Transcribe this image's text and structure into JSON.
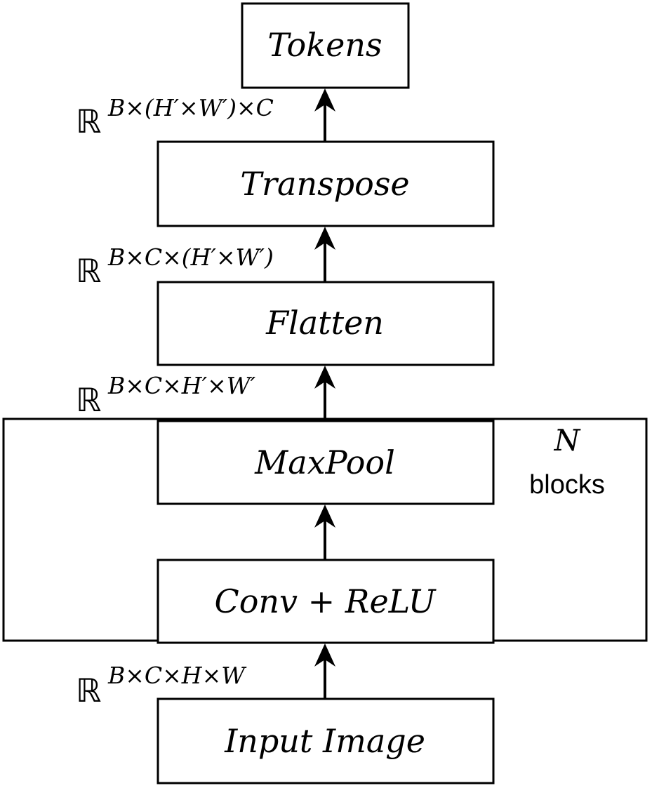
{
  "diagram": {
    "nodes": [
      {
        "id": "tokens",
        "label": "Tokens"
      },
      {
        "id": "transpose",
        "label": "Transpose"
      },
      {
        "id": "flatten",
        "label": "Flatten"
      },
      {
        "id": "maxpool",
        "label": "MaxPool"
      },
      {
        "id": "conv_relu",
        "label": "Conv + ReLU"
      },
      {
        "id": "input_image",
        "label": "Input Image"
      }
    ],
    "edges": [
      {
        "from": "input_image",
        "to": "conv_relu",
        "space": "ℝ",
        "shape": "B×C×H×W"
      },
      {
        "from": "conv_relu",
        "to": "maxpool"
      },
      {
        "from": "maxpool",
        "to": "flatten",
        "space": "ℝ",
        "shape": "B×C×H′×W′"
      },
      {
        "from": "flatten",
        "to": "transpose",
        "space": "ℝ",
        "shape": "B×C×(H′×W′)"
      },
      {
        "from": "transpose",
        "to": "tokens",
        "space": "ℝ",
        "shape": "B×(H′×W′)×C"
      }
    ],
    "repeat_group": {
      "members": [
        "conv_relu",
        "maxpool"
      ],
      "count_label": "N",
      "unit_label": "blocks"
    }
  }
}
